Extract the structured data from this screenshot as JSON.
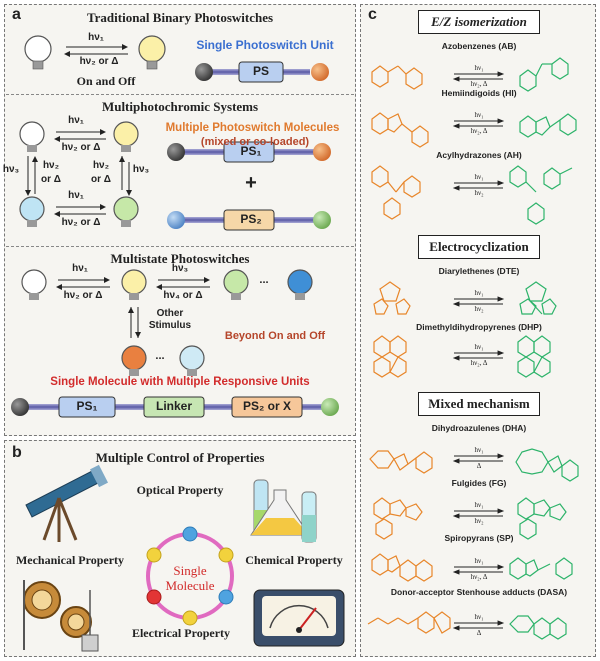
{
  "panel_a": {
    "letter": "a",
    "sec1_title": "Traditional Binary Photoswitches",
    "sec1_on_off": "On and Off",
    "sec1_unit": "Single Photoswitch Unit",
    "sec1_ps": "PS",
    "arrow_top": "hν₁",
    "arrow_bot": "hν₂ or Δ",
    "sec2_title": "Multiphotochromic Systems",
    "sec2_multi": "Multiple Photoswitch Molecules",
    "sec2_mixed": "mixed or co-loaded",
    "sec2_ps1": "PS₁",
    "sec2_ps2": "PS₂",
    "sec2_plus": "+",
    "sec2_hv3": "hν₃",
    "sec2_hv2": "hν₂",
    "sec2_or_d": "or Δ",
    "sec3_title": "Multistate Photoswitches",
    "sec3_hv3": "hν₃",
    "sec3_hv4": "hν₄ or Δ",
    "sec3_dots": "...",
    "sec3_other": "Other",
    "sec3_stim": "Stimulus",
    "sec3_beyond": "Beyond On and Off",
    "sec3_single": "Single Molecule with Multiple Responsive Units",
    "sec3_ps1": "PS₁",
    "sec3_linker": "Linker",
    "sec3_ps2x": "PS₂ or X"
  },
  "panel_b": {
    "letter": "b",
    "title": "Multiple Control of  Properties",
    "optical": "Optical Property",
    "mechanical": "Mechanical Property",
    "chemical": "Chemical Property",
    "electrical": "Electrical Property",
    "single": "Single",
    "molecule": "Molecule"
  },
  "panel_c": {
    "letter": "c",
    "h1": "E/Z isomerization",
    "h2": "Electrocyclization",
    "h3": "Mixed mechanism",
    "r1": "Azobenzenes (AB)",
    "r2": "Hemiindigoids (HI)",
    "r3": "Acylhydrazones (AH)",
    "r4": "Diarylethenes (DTE)",
    "r5": "Dimethyldihydropyrenes (DHP)",
    "r6": "Dihydroazulenes (DHA)",
    "r7": "Fulgides (FG)",
    "r8": "Spiropyrans (SP)",
    "r9": "Donor-acceptor Stenhouse adducts (DASA)",
    "hv1": "hν₁",
    "hv2": "hν₂",
    "hv2d": "hν₂, Δ",
    "delta": "Δ"
  },
  "colors": {
    "orange": "#e8862a",
    "green": "#2db36a",
    "blue_text": "#3a6fd0",
    "orange_text": "#e07a2e",
    "red_text": "#d22c2c",
    "brown_text": "#b5452a"
  }
}
